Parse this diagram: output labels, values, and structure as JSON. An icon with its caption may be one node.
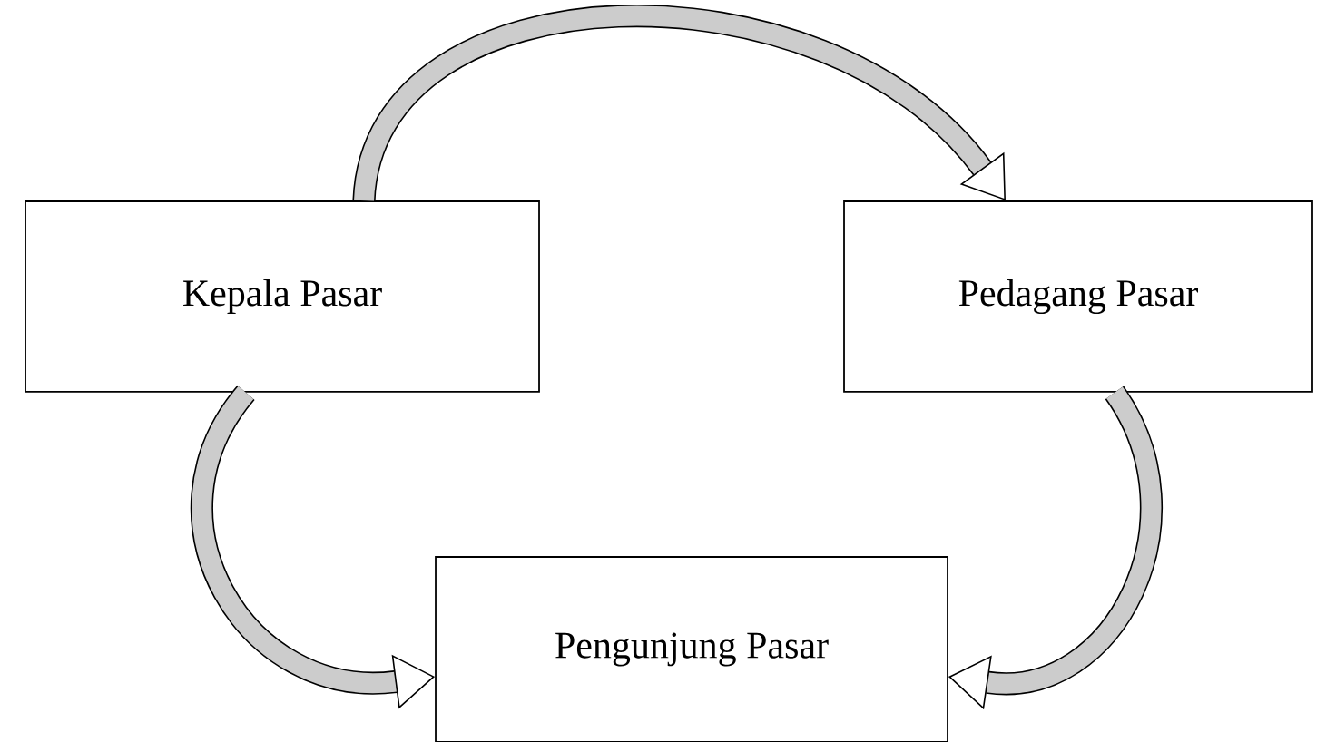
{
  "diagram": {
    "nodes": [
      {
        "text": [
          "Kepala Pasar"
        ]
      },
      {
        "text": [
          "Pedagang Pasar"
        ]
      },
      {
        "text": [
          "Pengunjung Pasar"
        ]
      }
    ],
    "edges": [
      {
        "from": 0,
        "to": 1,
        "arrow": "to"
      },
      {
        "from": 0,
        "to": 2,
        "arrow": "to"
      },
      {
        "from": 1,
        "to": 2,
        "arrow": "to"
      }
    ]
  }
}
